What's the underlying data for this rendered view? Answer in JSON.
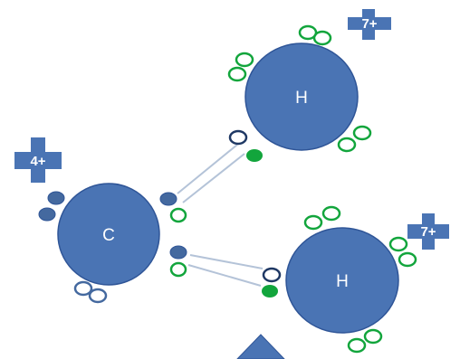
{
  "atoms": {
    "carbon": {
      "symbol": "C",
      "charge": "4+"
    },
    "hydrogen_top": {
      "symbol": "H",
      "charge": "7+"
    },
    "hydrogen_bottom": {
      "symbol": "H",
      "charge": "7+"
    }
  },
  "colors": {
    "atom_fill": "#4a74b4",
    "atom_stroke": "#2f5597",
    "electron_blue": "#44699f",
    "electron_green": "#12a53c",
    "electron_navy": "#1f3864",
    "bond_line": "#b4c3d8",
    "badge_fill": "#4a74b4"
  }
}
